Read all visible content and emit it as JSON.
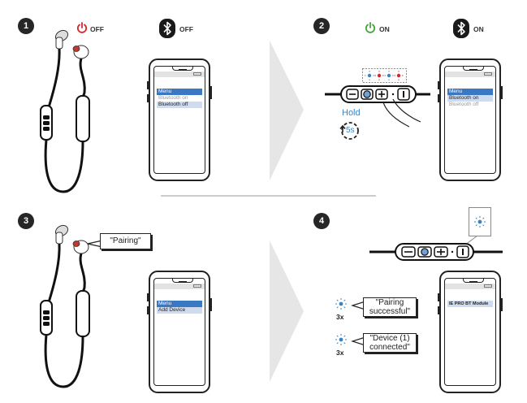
{
  "steps": [
    {
      "number": "1",
      "power_label": "OFF",
      "bluetooth_label": "OFF",
      "menu_header": "Menu",
      "menu_items": [
        "Bluetooth on",
        "Bluetooth off"
      ]
    },
    {
      "number": "2",
      "power_label": "ON",
      "bluetooth_label": "ON",
      "hold_label": "Hold",
      "hold_time": "5s",
      "menu_header": "Menu",
      "menu_items": [
        "Bluetooth on",
        "Bluetooth off"
      ]
    },
    {
      "number": "3",
      "bubble": "\"Pairing\"",
      "menu_header": "Menu",
      "menu_items": [
        "Add Device"
      ]
    },
    {
      "number": "4",
      "bubble_1_line1": "\"Pairing",
      "bubble_1_line2": "successful\"",
      "bubble_2_line1": "\"Device (1)",
      "bubble_2_line2": "connected\"",
      "blink_count_1": "3x",
      "blink_count_2": "3x",
      "module_name": "IE PRO BT Module"
    }
  ],
  "colors": {
    "power_off": "#d6262e",
    "power_on": "#47a23f",
    "led_blue": "#3a84c6",
    "led_red": "#d6262e",
    "menu_highlight": "#3b78c4",
    "menu_selected": "#cfdcef",
    "arrow_fill": "#e6e6e6"
  },
  "icons": [
    "power-icon",
    "bluetooth-icon",
    "led-blink-icon",
    "timer-icon",
    "plus-icon",
    "minus-icon",
    "circle-button-icon"
  ]
}
